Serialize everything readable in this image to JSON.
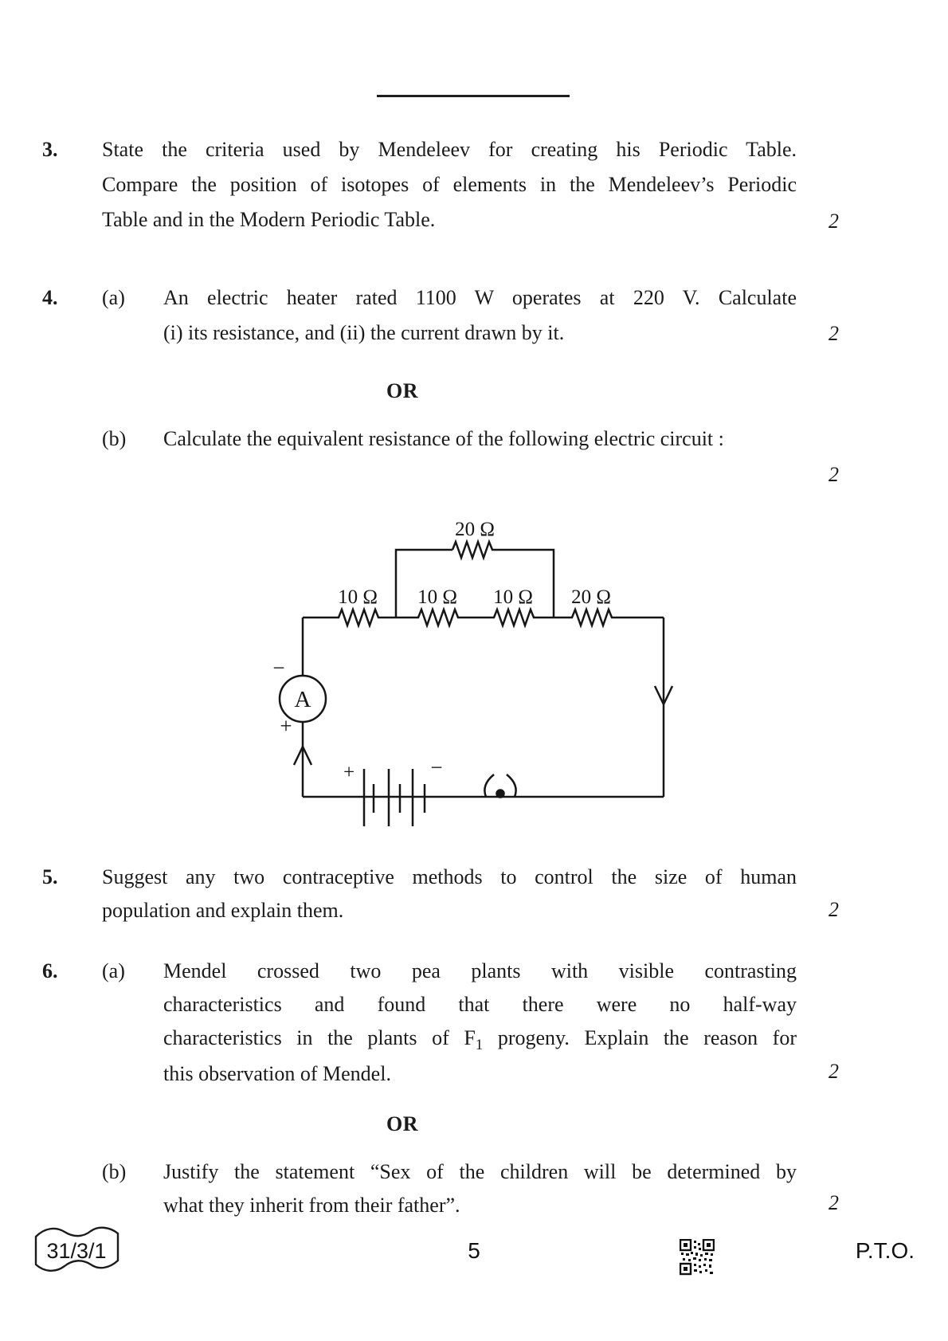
{
  "q3": {
    "num": "3.",
    "lines": [
      "State the criteria used by Mendeleev for creating his Periodic Table.",
      "Compare the position of isotopes of elements in the Mendeleev’s Periodic",
      "Table and in the Modern Periodic Table."
    ],
    "marks": "2"
  },
  "q4": {
    "num": "4.",
    "a_label": "(a)",
    "a_lines": [
      "An electric heater rated 1100 W operates at 220 V. Calculate",
      "(i) its resistance, and (ii) the current drawn by it."
    ],
    "a_marks": "2",
    "or_label": "OR",
    "b_label": "(b)",
    "b_line": "Calculate the equivalent resistance of the following electric circuit :",
    "b_marks": "2"
  },
  "q5": {
    "num": "5.",
    "lines": [
      "Suggest any two contraceptive methods to control the size of human",
      "population and explain them."
    ],
    "marks": "2"
  },
  "q6": {
    "num": "6.",
    "a_label": "(a)",
    "a_lines": [
      "Mendel crossed two pea plants with visible contrasting",
      "characteristics and found that there were no half-way"
    ],
    "a_line3_before": "characteristics in the plants of F",
    "a_line3_sub": "1",
    "a_line3_after": " progeny. Explain the reason for",
    "a_line4": "this observation of Mendel.",
    "a_marks": "2",
    "or_label": "OR",
    "b_label": "(b)",
    "b_lines": [
      "Justify the statement “Sex of the children will be determined by",
      "what they inherit from their father”."
    ],
    "b_marks": "2"
  },
  "circuit": {
    "top_resistor": "20 Ω",
    "resistor_1": "10 Ω",
    "resistor_2": "10 Ω",
    "resistor_3": "10 Ω",
    "resistor_4": "20 Ω",
    "ammeter": "A",
    "ammeter_minus": "−",
    "ammeter_plus": "+",
    "battery_plus": "+",
    "battery_minus": "−"
  },
  "footer": {
    "paper_code": "31/3/1",
    "page_number": "5",
    "pto": "P.T.O."
  }
}
